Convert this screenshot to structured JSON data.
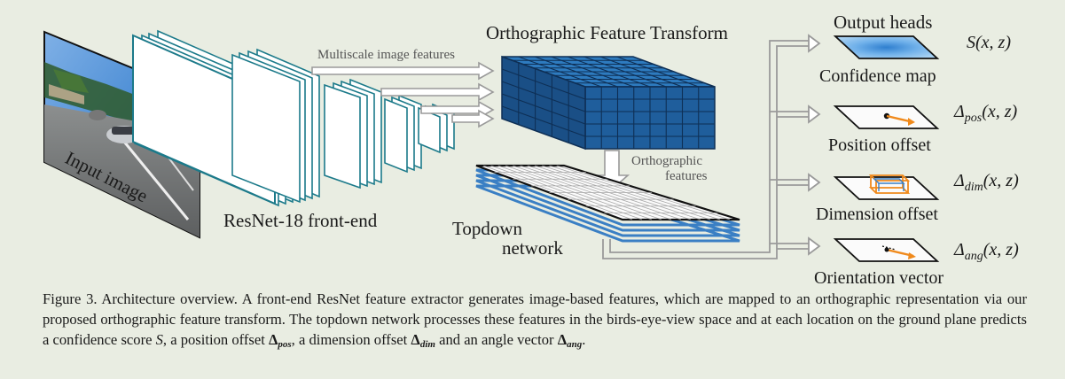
{
  "figure": {
    "input_label": "Input image",
    "resnet_label": "ResNet-18 front-end",
    "multiscale_label": "Multiscale image features",
    "oft_title": "Orthographic Feature Transform",
    "ortho_features_line1": "Orthographic",
    "ortho_features_line2": "features",
    "topdown_line1": "Topdown",
    "topdown_line2": "network",
    "output_heads_label": "Output heads",
    "heads": [
      {
        "name": "Confidence map",
        "symbol": "S(x, z)"
      },
      {
        "name": "Position offset",
        "symbol_main": "Δ",
        "symbol_sub": "pos",
        "symbol_tail": "(x, z)"
      },
      {
        "name": "Dimension offset",
        "symbol_main": "Δ",
        "symbol_sub": "dim",
        "symbol_tail": "(x, z)"
      },
      {
        "name": "Orientation vector",
        "symbol_main": "Δ",
        "symbol_sub": "ang",
        "symbol_tail": "(x, z)"
      }
    ],
    "colors": {
      "cube_dark": "#1f5e9c",
      "cube_light": "#2e7bbf",
      "cube_grid": "#0e2f55",
      "topdown_blue": "#3a7fc4",
      "orange": "#f08a1c",
      "arrow_gray": "#9a9a9a"
    }
  },
  "caption": {
    "p1": "Figure 3. Architecture overview. A front-end ResNet feature extractor generates image-based features, which are mapped to an orthographic representation via our proposed orthographic feature transform. The topdown network processes these features in the birds-eye-view space and at each location on the ground plane predicts a confidence score ",
    "S": "S",
    "p2": ", a position offset ",
    "delta": "Δ",
    "pos": "pos",
    "p3": ", a dimension offset ",
    "dim": "dim",
    "p4": " and an angle vector ",
    "ang": "ang",
    "p5": "."
  }
}
